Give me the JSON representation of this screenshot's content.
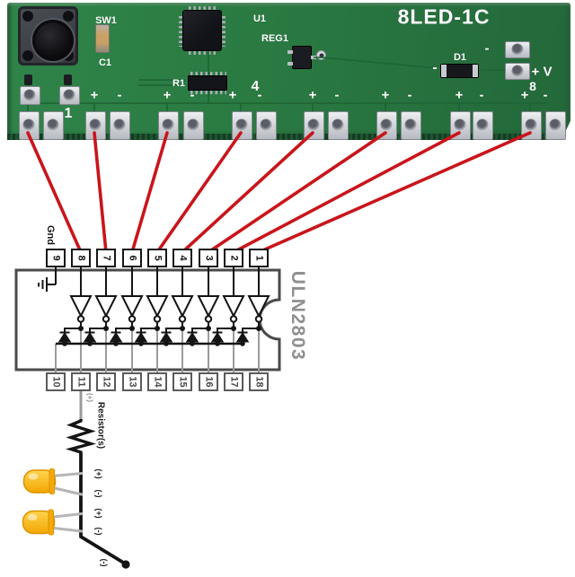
{
  "board": {
    "title": "8LED-1C",
    "labels": {
      "sw1": "SW1",
      "c1": "C1",
      "u1": "U1",
      "reg1": "REG1",
      "r1": "R1",
      "d1": "D1",
      "d1_minus": "-",
      "top_pad_minus": "-",
      "v_plus": "+ V",
      "group1": "1",
      "group4": "4",
      "group8": "8"
    },
    "plus": "+",
    "minus": "-"
  },
  "ic": {
    "name": "ULN2803",
    "gnd": "Gnd",
    "top_pins": [
      "9",
      "8",
      "7",
      "6",
      "5",
      "4",
      "3",
      "2",
      "1"
    ],
    "bottom_pins": [
      "10",
      "11",
      "12",
      "13",
      "14",
      "15",
      "16",
      "17",
      "18"
    ]
  },
  "output": {
    "source_label": "(+)",
    "resistor_label": "Resistor(s)",
    "node_labels": [
      "(+)",
      "(-)",
      "(+)",
      "(-)"
    ],
    "end_label": "(-)"
  },
  "colors": {
    "board_green": "#2a7a42",
    "red_wire": "#c9151b",
    "led_yellow": "#f7b516",
    "schematic_gray": "#9b9b9b"
  }
}
